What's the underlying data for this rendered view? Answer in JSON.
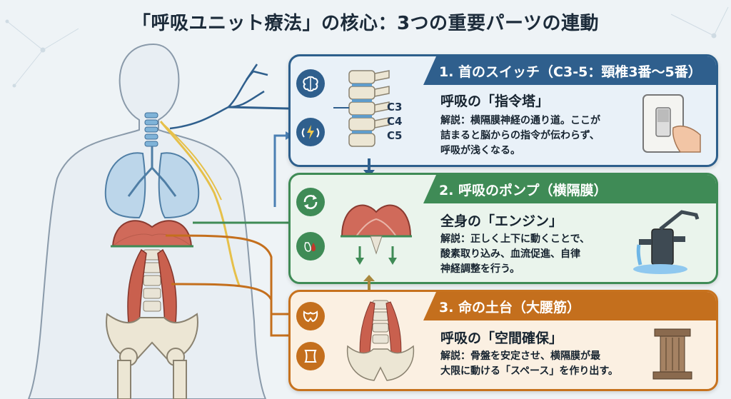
{
  "title": "「呼吸ユニット療法」の核心：3つの重要パーツの連動",
  "panels": [
    {
      "heading": "1. 首のスイッチ（C3-5：頸椎3番〜5番）",
      "subtitle": "呼吸の「指令塔」",
      "desc": [
        "解説：横隔膜神経の通り道。ここが",
        "詰まると脳からの指令が伝わらず、",
        "呼吸が浅くなる。"
      ],
      "vertebra_labels": [
        "C3",
        "C4",
        "C5"
      ],
      "icons": [
        "brain-icon",
        "nerve-signal-icon"
      ],
      "illustration": "light-switch-icon"
    },
    {
      "heading": "2. 呼吸のポンプ（横隔膜）",
      "subtitle": "全身の「エンジン」",
      "desc": [
        "解説：正しく上下に動くことで、",
        "酸素取り込み、血流促進、自律",
        "神経調整を行う。"
      ],
      "icons": [
        "cycle-icon",
        "blood-drop-icon"
      ],
      "illustration": "water-pump-icon"
    },
    {
      "heading": "3. 命の土台（大腰筋）",
      "subtitle": "呼吸の「空間確保」",
      "desc": [
        "解説：骨盤を安定させ、横隔膜が最",
        "大限に動ける「スペース」を作り出す。"
      ],
      "icons": [
        "pelvis-icon",
        "space-icon"
      ],
      "illustration": "pillar-icon"
    }
  ],
  "colors": {
    "blue": "#2f5f8d",
    "green": "#3f8b56",
    "orange": "#c46f1d"
  }
}
